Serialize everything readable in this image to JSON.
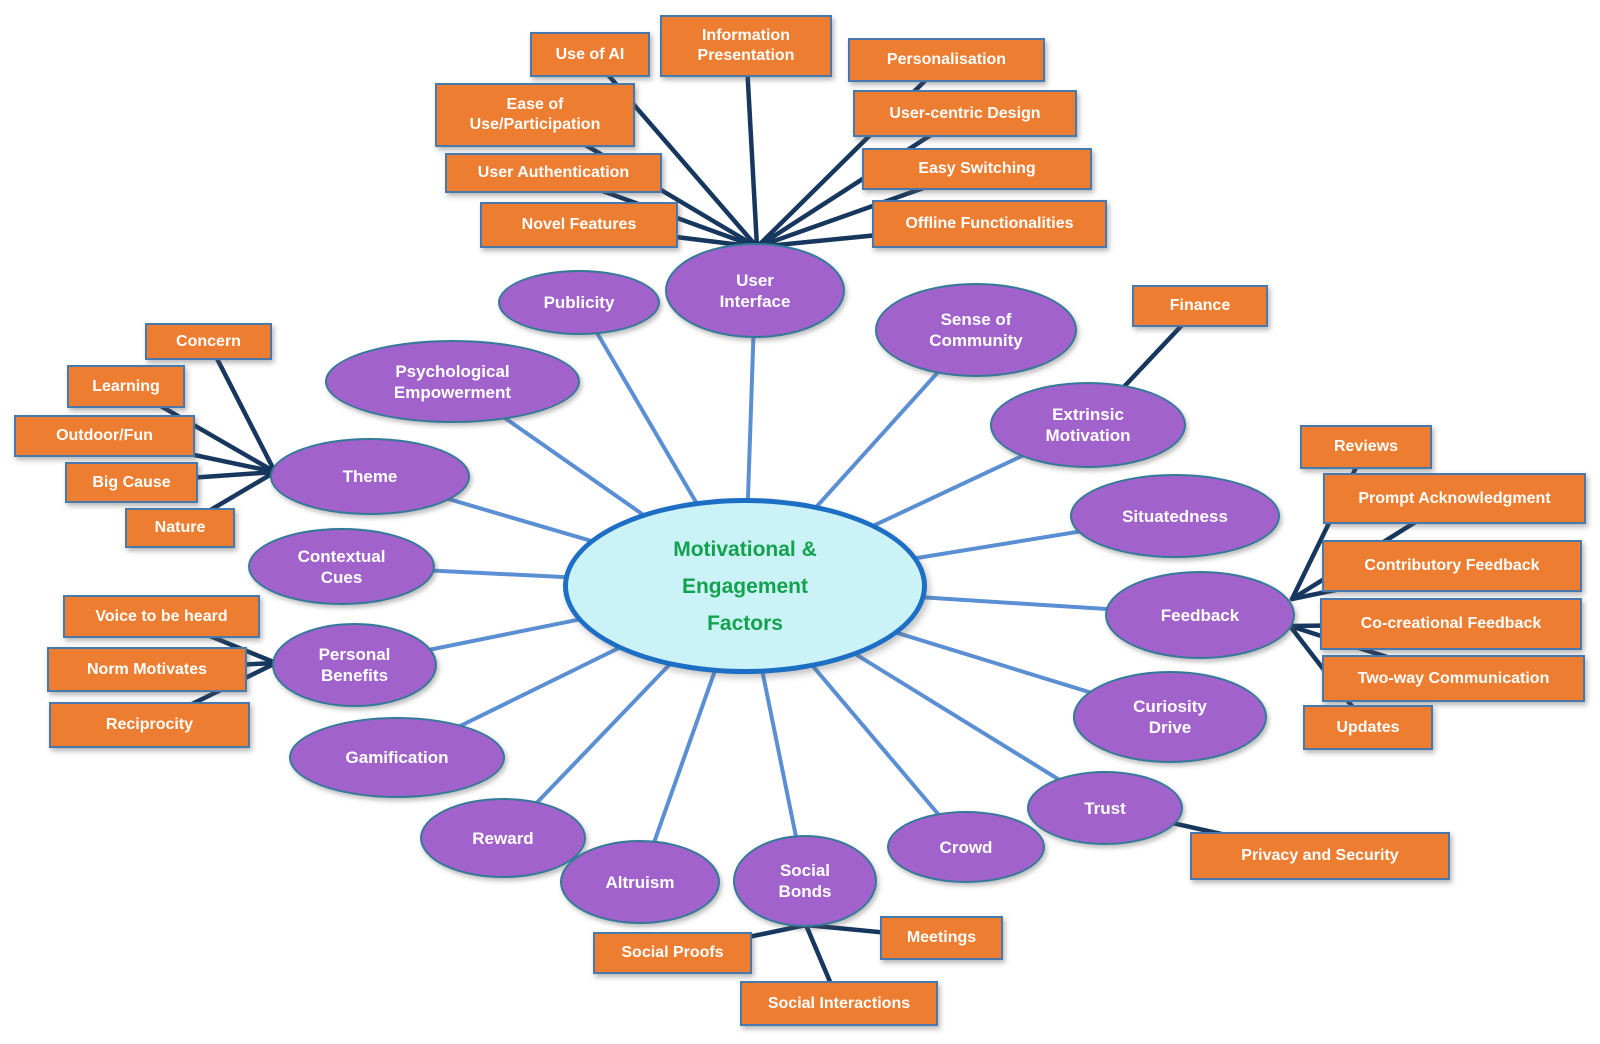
{
  "diagram": {
    "colors": {
      "orange": "#ED7D31",
      "orange_border": "#4779AC",
      "purple": "#A163CB",
      "purple_border": "#337A99",
      "center_fill": "#CBF3F7",
      "center_border": "#1C6FC4",
      "center_text": "#12A24D",
      "branch_line": "#17375E",
      "spoke_line": "#5B8FD3",
      "node_text": "#FFFFFF"
    },
    "center": {
      "label": "Motivational &\nEngagement\nFactors"
    },
    "factors": {
      "user_interface": {
        "label": "User\nInterface"
      },
      "publicity": {
        "label": "Publicity"
      },
      "psychological_empowerment": {
        "label": "Psychological\nEmpowerment"
      },
      "theme": {
        "label": "Theme"
      },
      "contextual_cues": {
        "label": "Contextual\nCues"
      },
      "personal_benefits": {
        "label": "Personal\nBenefits"
      },
      "gamification": {
        "label": "Gamification"
      },
      "reward": {
        "label": "Reward"
      },
      "altruism": {
        "label": "Altruism"
      },
      "social_bonds": {
        "label": "Social\nBonds"
      },
      "crowd": {
        "label": "Crowd"
      },
      "trust": {
        "label": "Trust"
      },
      "curiosity_drive": {
        "label": "Curiosity\nDrive"
      },
      "feedback": {
        "label": "Feedback"
      },
      "situatedness": {
        "label": "Situatedness"
      },
      "extrinsic_motivation": {
        "label": "Extrinsic\nMotivation"
      },
      "sense_of_community": {
        "label": "Sense of\nCommunity"
      }
    },
    "subfactors": {
      "use_of_ai": {
        "label": "Use of AI",
        "parent": "User Interface"
      },
      "information_presentation": {
        "label": "Information\nPresentation",
        "parent": "User Interface"
      },
      "ease_of_use": {
        "label": "Ease of\nUse/Participation",
        "parent": "User Interface"
      },
      "user_authentication": {
        "label": "User Authentication",
        "parent": "User Interface"
      },
      "novel_features": {
        "label": "Novel Features",
        "parent": "User Interface"
      },
      "personalisation": {
        "label": "Personalisation",
        "parent": "User Interface"
      },
      "user_centric_design": {
        "label": "User-centric Design",
        "parent": "User Interface"
      },
      "easy_switching": {
        "label": "Easy Switching",
        "parent": "User Interface"
      },
      "offline_functionalities": {
        "label": "Offline Functionalities",
        "parent": "User Interface"
      },
      "concern": {
        "label": "Concern",
        "parent": "Theme"
      },
      "learning": {
        "label": "Learning",
        "parent": "Theme"
      },
      "outdoor_fun": {
        "label": "Outdoor/Fun",
        "parent": "Theme"
      },
      "big_cause": {
        "label": "Big Cause",
        "parent": "Theme"
      },
      "nature": {
        "label": "Nature",
        "parent": "Theme"
      },
      "voice_to_be_heard": {
        "label": "Voice to be heard",
        "parent": "Personal Benefits"
      },
      "norm_motivates": {
        "label": "Norm Motivates",
        "parent": "Personal Benefits"
      },
      "reciprocity": {
        "label": "Reciprocity",
        "parent": "Personal Benefits"
      },
      "social_proofs": {
        "label": "Social Proofs",
        "parent": "Social Bonds"
      },
      "social_interactions": {
        "label": "Social Interactions",
        "parent": "Social Bonds"
      },
      "meetings": {
        "label": "Meetings",
        "parent": "Social Bonds"
      },
      "finance": {
        "label": "Finance",
        "parent": "Extrinsic Motivation"
      },
      "reviews": {
        "label": "Reviews",
        "parent": "Feedback"
      },
      "prompt_acknowledgment": {
        "label": "Prompt Acknowledgment",
        "parent": "Feedback"
      },
      "contributory_feedback": {
        "label": "Contributory Feedback",
        "parent": "Feedback"
      },
      "co_creational_feedback": {
        "label": "Co-creational Feedback",
        "parent": "Feedback"
      },
      "two_way_communication": {
        "label": "Two-way Communication",
        "parent": "Feedback"
      },
      "updates": {
        "label": "Updates",
        "parent": "Feedback"
      },
      "privacy_and_security": {
        "label": "Privacy and Security",
        "parent": "Trust"
      }
    }
  }
}
